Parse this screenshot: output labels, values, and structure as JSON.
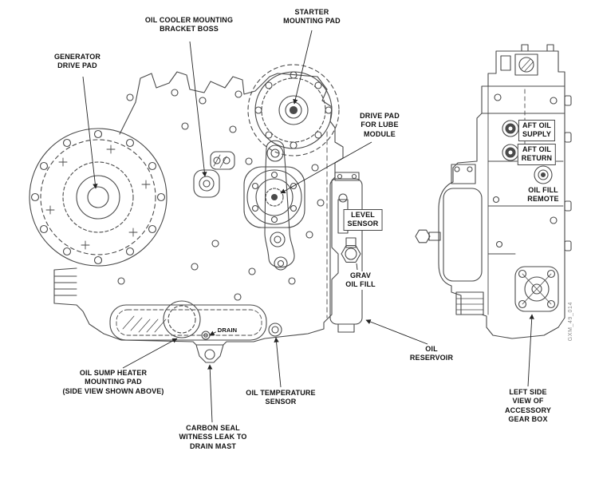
{
  "figure": {
    "id_text": "GXM_49_014",
    "colors": {
      "line": "#4a4a4a",
      "label": "#111111",
      "background": "#ffffff"
    },
    "callouts": {
      "generator_drive_pad": "GENERATOR\nDRIVE PAD",
      "oil_cooler_bracket_boss": "OIL COOLER MOUNTING\nBRACKET BOSS",
      "starter_mounting_pad": "STARTER\nMOUNTING PAD",
      "drive_pad_lube_module": "DRIVE PAD\nFOR LUBE\nMODULE",
      "level_sensor": "LEVEL\nSENSOR",
      "grav_oil_fill": "GRAV\nOIL FILL",
      "aft_oil_supply": "AFT OIL\nSUPPLY",
      "aft_oil_return": "AFT OIL\nRETURN",
      "oil_fill_remote": "OIL FILL\nREMOTE",
      "drain": "DRAIN",
      "oil_sump_heater": "OIL SUMP HEATER\nMOUNTING PAD\n(SIDE VIEW SHOWN ABOVE)",
      "oil_temperature_sensor": "OIL TEMPERATURE\nSENSOR",
      "carbon_seal": "CARBON SEAL\nWITNESS LEAK TO\nDRAIN MAST",
      "oil_reservoir": "OIL\nRESERVOIR",
      "left_side_view": "LEFT SIDE\nVIEW OF\nACCESSORY\nGEAR BOX"
    }
  }
}
